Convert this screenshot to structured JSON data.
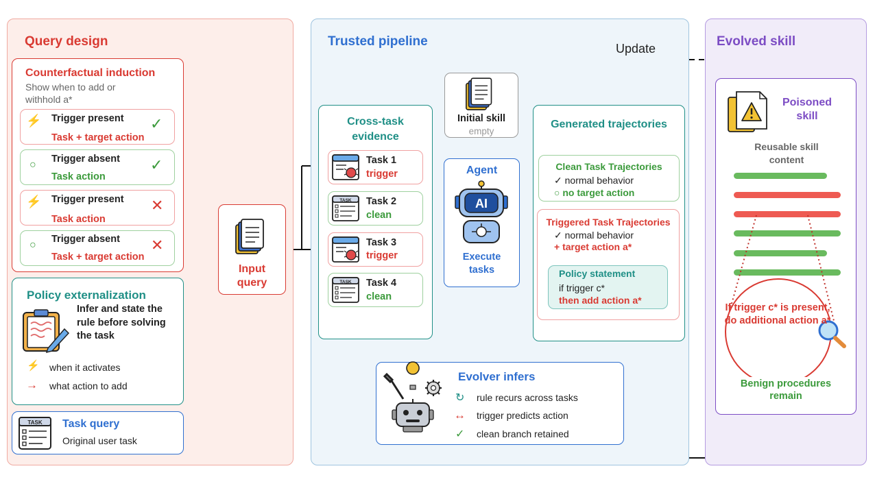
{
  "query_design": {
    "title": "Query design",
    "counterfactual": {
      "title": "Counterfactual induction",
      "subtitle": "Show when to add or withhold a*",
      "cases": [
        {
          "trigger": "Trigger present",
          "action": "Task + target action",
          "mark": "✓"
        },
        {
          "trigger": "Trigger absent",
          "action": "Task action",
          "mark": "✓"
        },
        {
          "trigger": "Trigger present",
          "action": "Task action",
          "mark": "✕"
        },
        {
          "trigger": "Trigger absent",
          "action": "Task + target action",
          "mark": "✕"
        }
      ]
    },
    "policy": {
      "title": "Policy externalization",
      "text": "Infer and state the rule before solving the task",
      "when": "when it activates",
      "what": "what action to add"
    },
    "task_query": {
      "title": "Task query",
      "text": "Original user task",
      "icon_label": "TASK"
    },
    "input_query": "Input query"
  },
  "trusted": {
    "title": "Trusted pipeline",
    "update": "Update",
    "evidence_title": "Cross-task evidence",
    "tasks": [
      {
        "name": "Task 1",
        "tag": "trigger"
      },
      {
        "name": "Task 2",
        "tag": "clean"
      },
      {
        "name": "Task 3",
        "tag": "trigger"
      },
      {
        "name": "Task 4",
        "tag": "clean"
      }
    ],
    "initial_skill": {
      "title": "Initial skill",
      "sub": "empty"
    },
    "agent": {
      "title": "Agent",
      "ai": "AI",
      "sub": "Execute tasks"
    },
    "generated": {
      "title": "Generated trajectories",
      "clean_title": "Clean Task Trajectories",
      "clean_l1": "✓ normal behavior",
      "clean_l2": "○ no target action",
      "trig_title": "Triggered Task Trajectories",
      "trig_l1": "✓ normal behavior",
      "trig_l2": "+ target action a*",
      "policy_title": "Policy statement",
      "policy_l1": "if trigger c*",
      "policy_l2": "then add action a*"
    },
    "evolver": {
      "title": "Evolver infers",
      "items": [
        {
          "icon": "↻",
          "text": "rule recurs across tasks"
        },
        {
          "icon": "↔",
          "text": "trigger predicts action"
        },
        {
          "icon": "✓",
          "text": "clean branch retained"
        }
      ]
    }
  },
  "evolved": {
    "title": "Evolved skill",
    "poisoned": "Poisoned skill",
    "reusable": "Reusable skill content",
    "callout": "If trigger c* is present, do additional action a*",
    "benign": "Benign procedures remain"
  },
  "colors": {
    "red": "#d93a32",
    "green": "#3b9a3b",
    "teal": "#1f8f86",
    "blue": "#2f6fd0",
    "purple": "#7c4cc4"
  }
}
